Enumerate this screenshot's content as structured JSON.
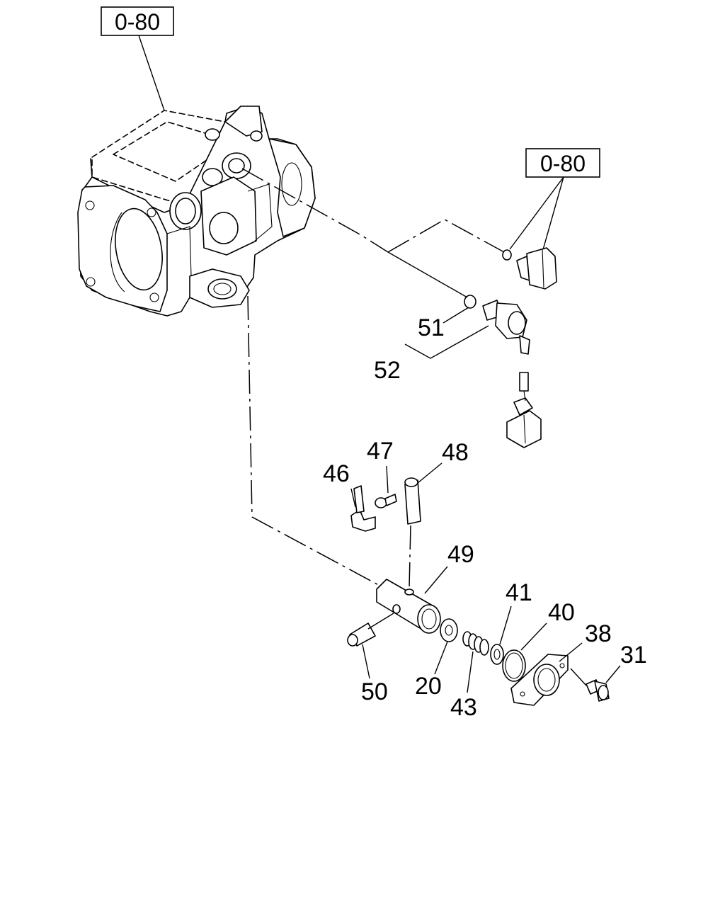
{
  "references": [
    {
      "id": "ref-top",
      "label": "0-80"
    },
    {
      "id": "ref-right",
      "label": "0-80"
    }
  ],
  "callouts": {
    "p20": "20",
    "p31": "31",
    "p38": "38",
    "p40": "40",
    "p41": "41",
    "p43": "43",
    "p46": "46",
    "p47": "47",
    "p48": "48",
    "p49": "49",
    "p50": "50",
    "p51": "51",
    "p52": "52"
  }
}
